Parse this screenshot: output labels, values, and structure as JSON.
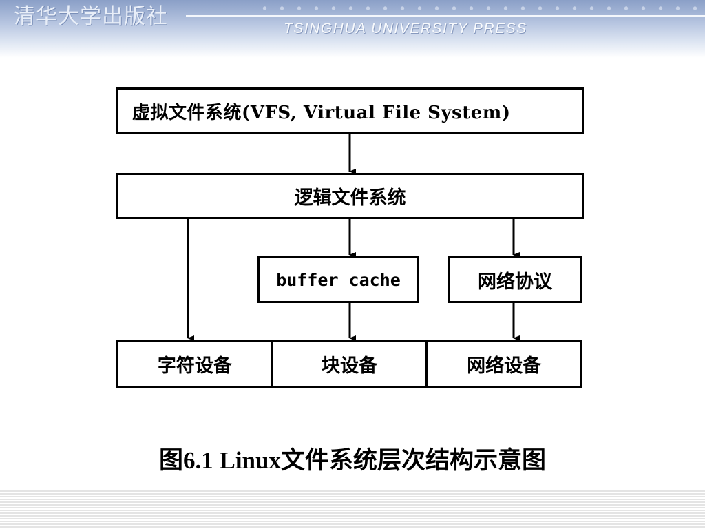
{
  "header": {
    "publisher_cn": "清华大学出版社",
    "publisher_en": "TSINGHUA UNIVERSITY PRESS"
  },
  "diagram": {
    "vfs_label": "虚拟文件系统(VFS, Virtual  File  System)",
    "logical_fs_label": "逻辑文件系统",
    "buffer_cache_label": "buffer cache",
    "network_protocol_label": "网络协议",
    "devices": [
      {
        "label": "字符设备"
      },
      {
        "label": "块设备"
      },
      {
        "label": "网络设备"
      }
    ]
  },
  "caption": "图6.1 Linux文件系统层次结构示意图",
  "colors": {
    "header_blue": "#8a9fc7",
    "line": "#000000"
  }
}
